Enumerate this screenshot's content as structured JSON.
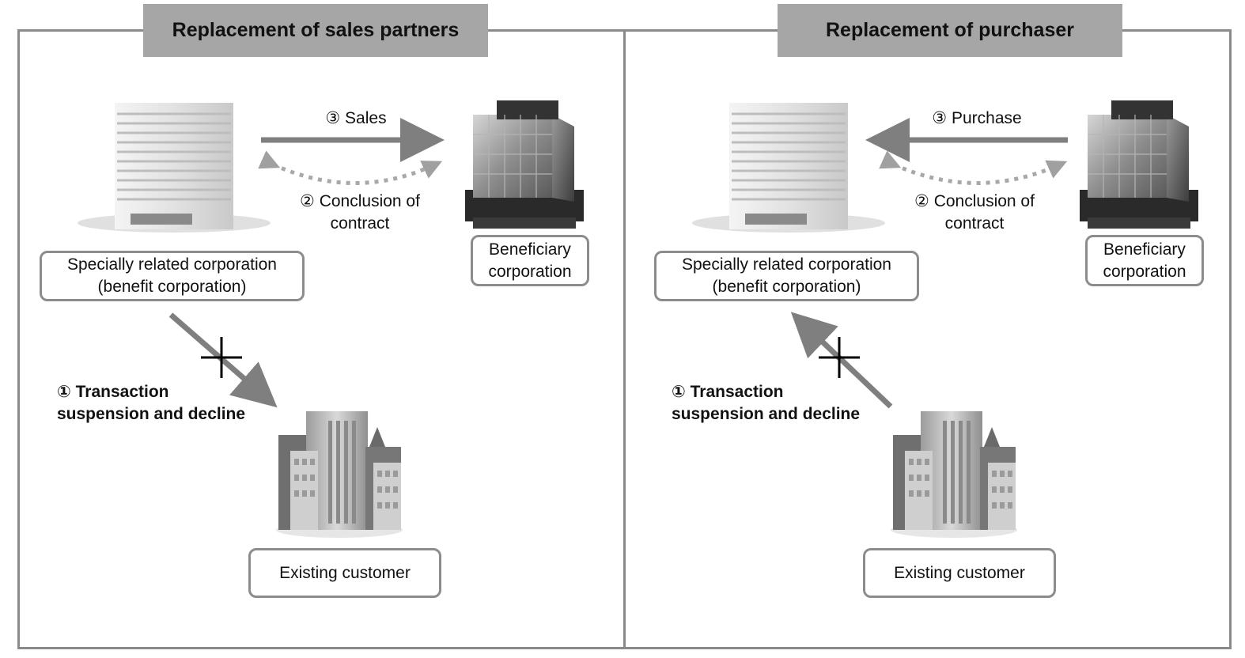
{
  "left": {
    "title": "Replacement of sales partners",
    "special_line1": "Specially related corporation",
    "special_line2": "(benefit corporation)",
    "beneficiary_line1": "Beneficiary",
    "beneficiary_line2": "corporation",
    "existing": "Existing customer",
    "step3": "③ Sales",
    "step2_line1": "② Conclusion of",
    "step2_line2": "contract",
    "step1_line1": "① Transaction",
    "step1_line2": "suspension and decline"
  },
  "right": {
    "title": "Replacement of purchaser",
    "special_line1": "Specially related corporation",
    "special_line2": "(benefit corporation)",
    "beneficiary_line1": "Beneficiary",
    "beneficiary_line2": "corporation",
    "existing": "Existing customer",
    "step3": "③ Purchase",
    "step2_line1": "② Conclusion of",
    "step2_line2": "contract",
    "step1_line1": "① Transaction",
    "step1_line2": "suspension and decline"
  },
  "colors": {
    "arrow": "#7f7f7f",
    "border": "#8a8a8a",
    "title_bg": "#a6a6a6"
  },
  "icons": [
    "office-building-icon",
    "glass-tower-icon",
    "city-buildings-icon",
    "cross-mark-icon"
  ]
}
